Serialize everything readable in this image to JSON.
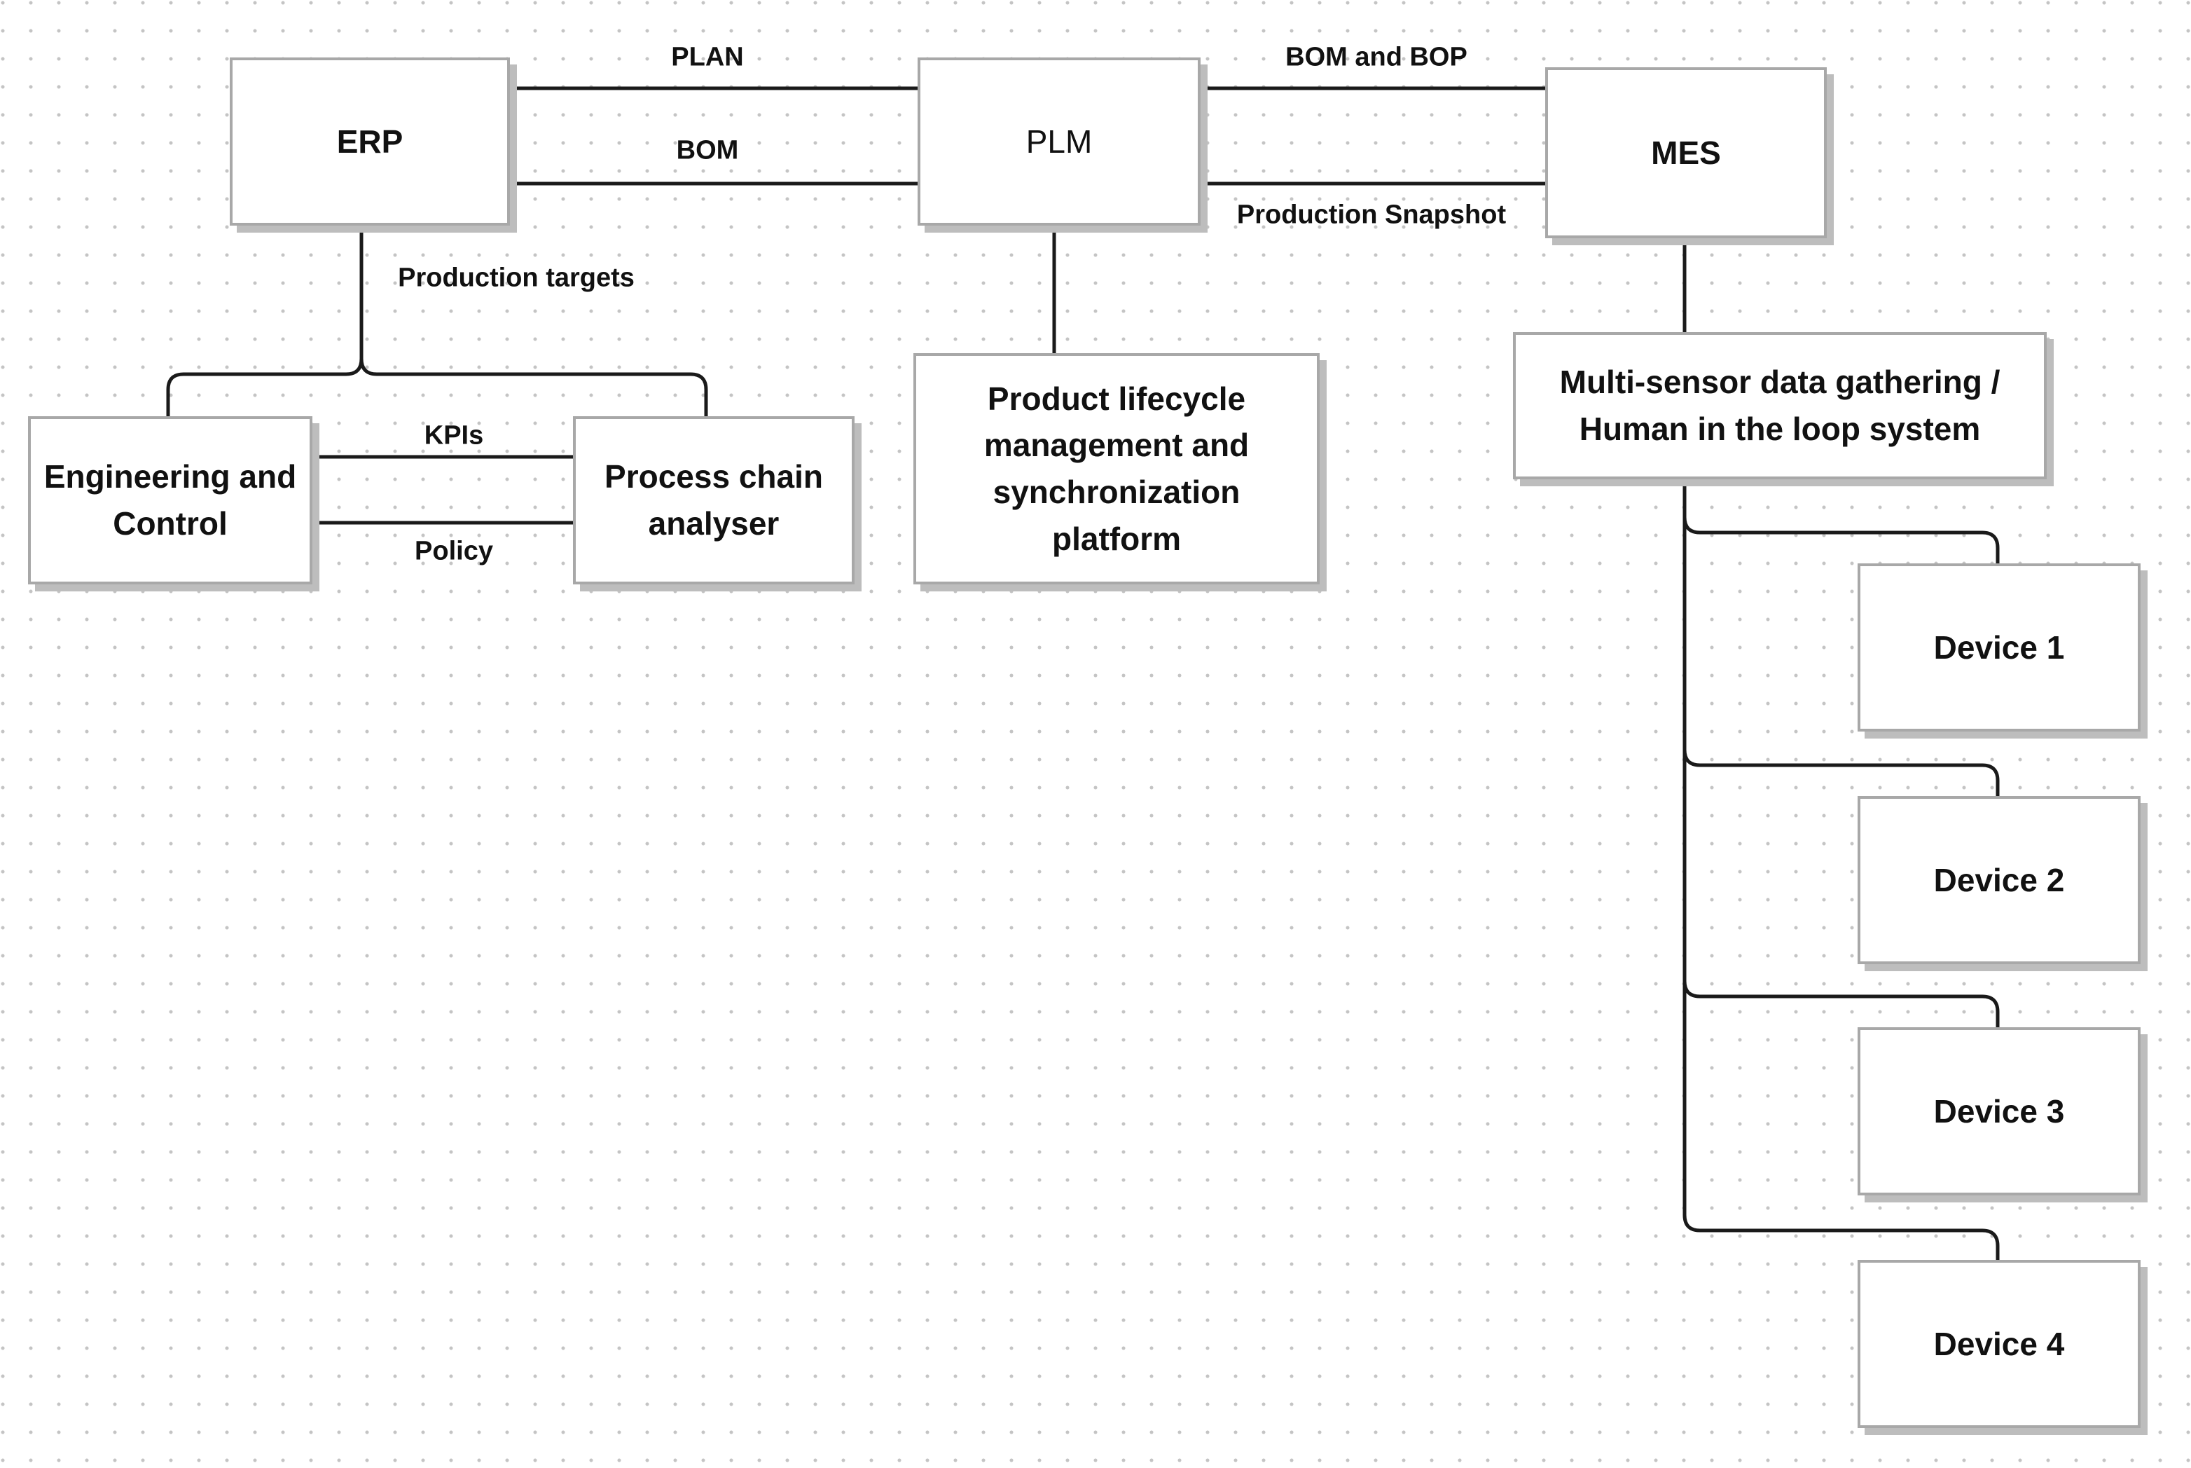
{
  "nodes": {
    "erp": "ERP",
    "plm": "PLM",
    "mes": "MES",
    "engineering": [
      "Engineering and",
      "Control"
    ],
    "analyser": [
      "Process chain",
      "analyser"
    ],
    "product_lifecycle": [
      "Product lifecycle",
      "management and",
      "synchronization",
      "platform"
    ],
    "multisensor": [
      "Multi-sensor data gathering /",
      "Human in the loop system"
    ],
    "devices": [
      "Device 1",
      "Device 2",
      "Device 3",
      "Device 4"
    ]
  },
  "edges": {
    "erp_plm_top": "PLAN",
    "erp_plm_bottom": "BOM",
    "plm_mes_top": "BOM and BOP",
    "plm_mes_bottom": "Production Snapshot",
    "erp_children": "Production targets",
    "eng_analyser_top": "KPIs",
    "eng_analyser_bottom": "Policy"
  }
}
